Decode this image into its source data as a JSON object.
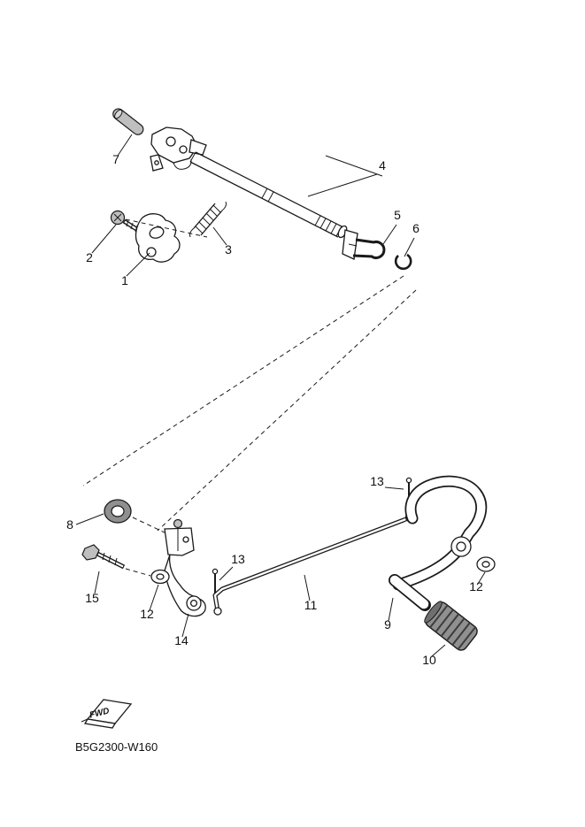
{
  "page": {
    "background": "#ffffff",
    "line_color": "#1a1a1a",
    "accent_gray": "#909090"
  },
  "footer": {
    "part_code": "B5G2300-W160"
  },
  "fwd_marker": {
    "label": "FWD"
  },
  "callouts": [
    {
      "id": "callout-7",
      "part": "7"
    },
    {
      "id": "callout-2",
      "part": "2"
    },
    {
      "id": "callout-1",
      "part": "1"
    },
    {
      "id": "callout-3",
      "part": "3"
    },
    {
      "id": "callout-4",
      "part": "4"
    },
    {
      "id": "callout-5",
      "part": "5"
    },
    {
      "id": "callout-6",
      "part": "6"
    },
    {
      "id": "callout-8",
      "part": "8"
    },
    {
      "id": "callout-15",
      "part": "15"
    },
    {
      "id": "callout-12-left",
      "part": "12"
    },
    {
      "id": "callout-14",
      "part": "14"
    },
    {
      "id": "callout-13-left",
      "part": "13"
    },
    {
      "id": "callout-11",
      "part": "11"
    },
    {
      "id": "callout-13-right",
      "part": "13"
    },
    {
      "id": "callout-9",
      "part": "9"
    },
    {
      "id": "callout-10",
      "part": "10"
    },
    {
      "id": "callout-12-right",
      "part": "12"
    }
  ]
}
